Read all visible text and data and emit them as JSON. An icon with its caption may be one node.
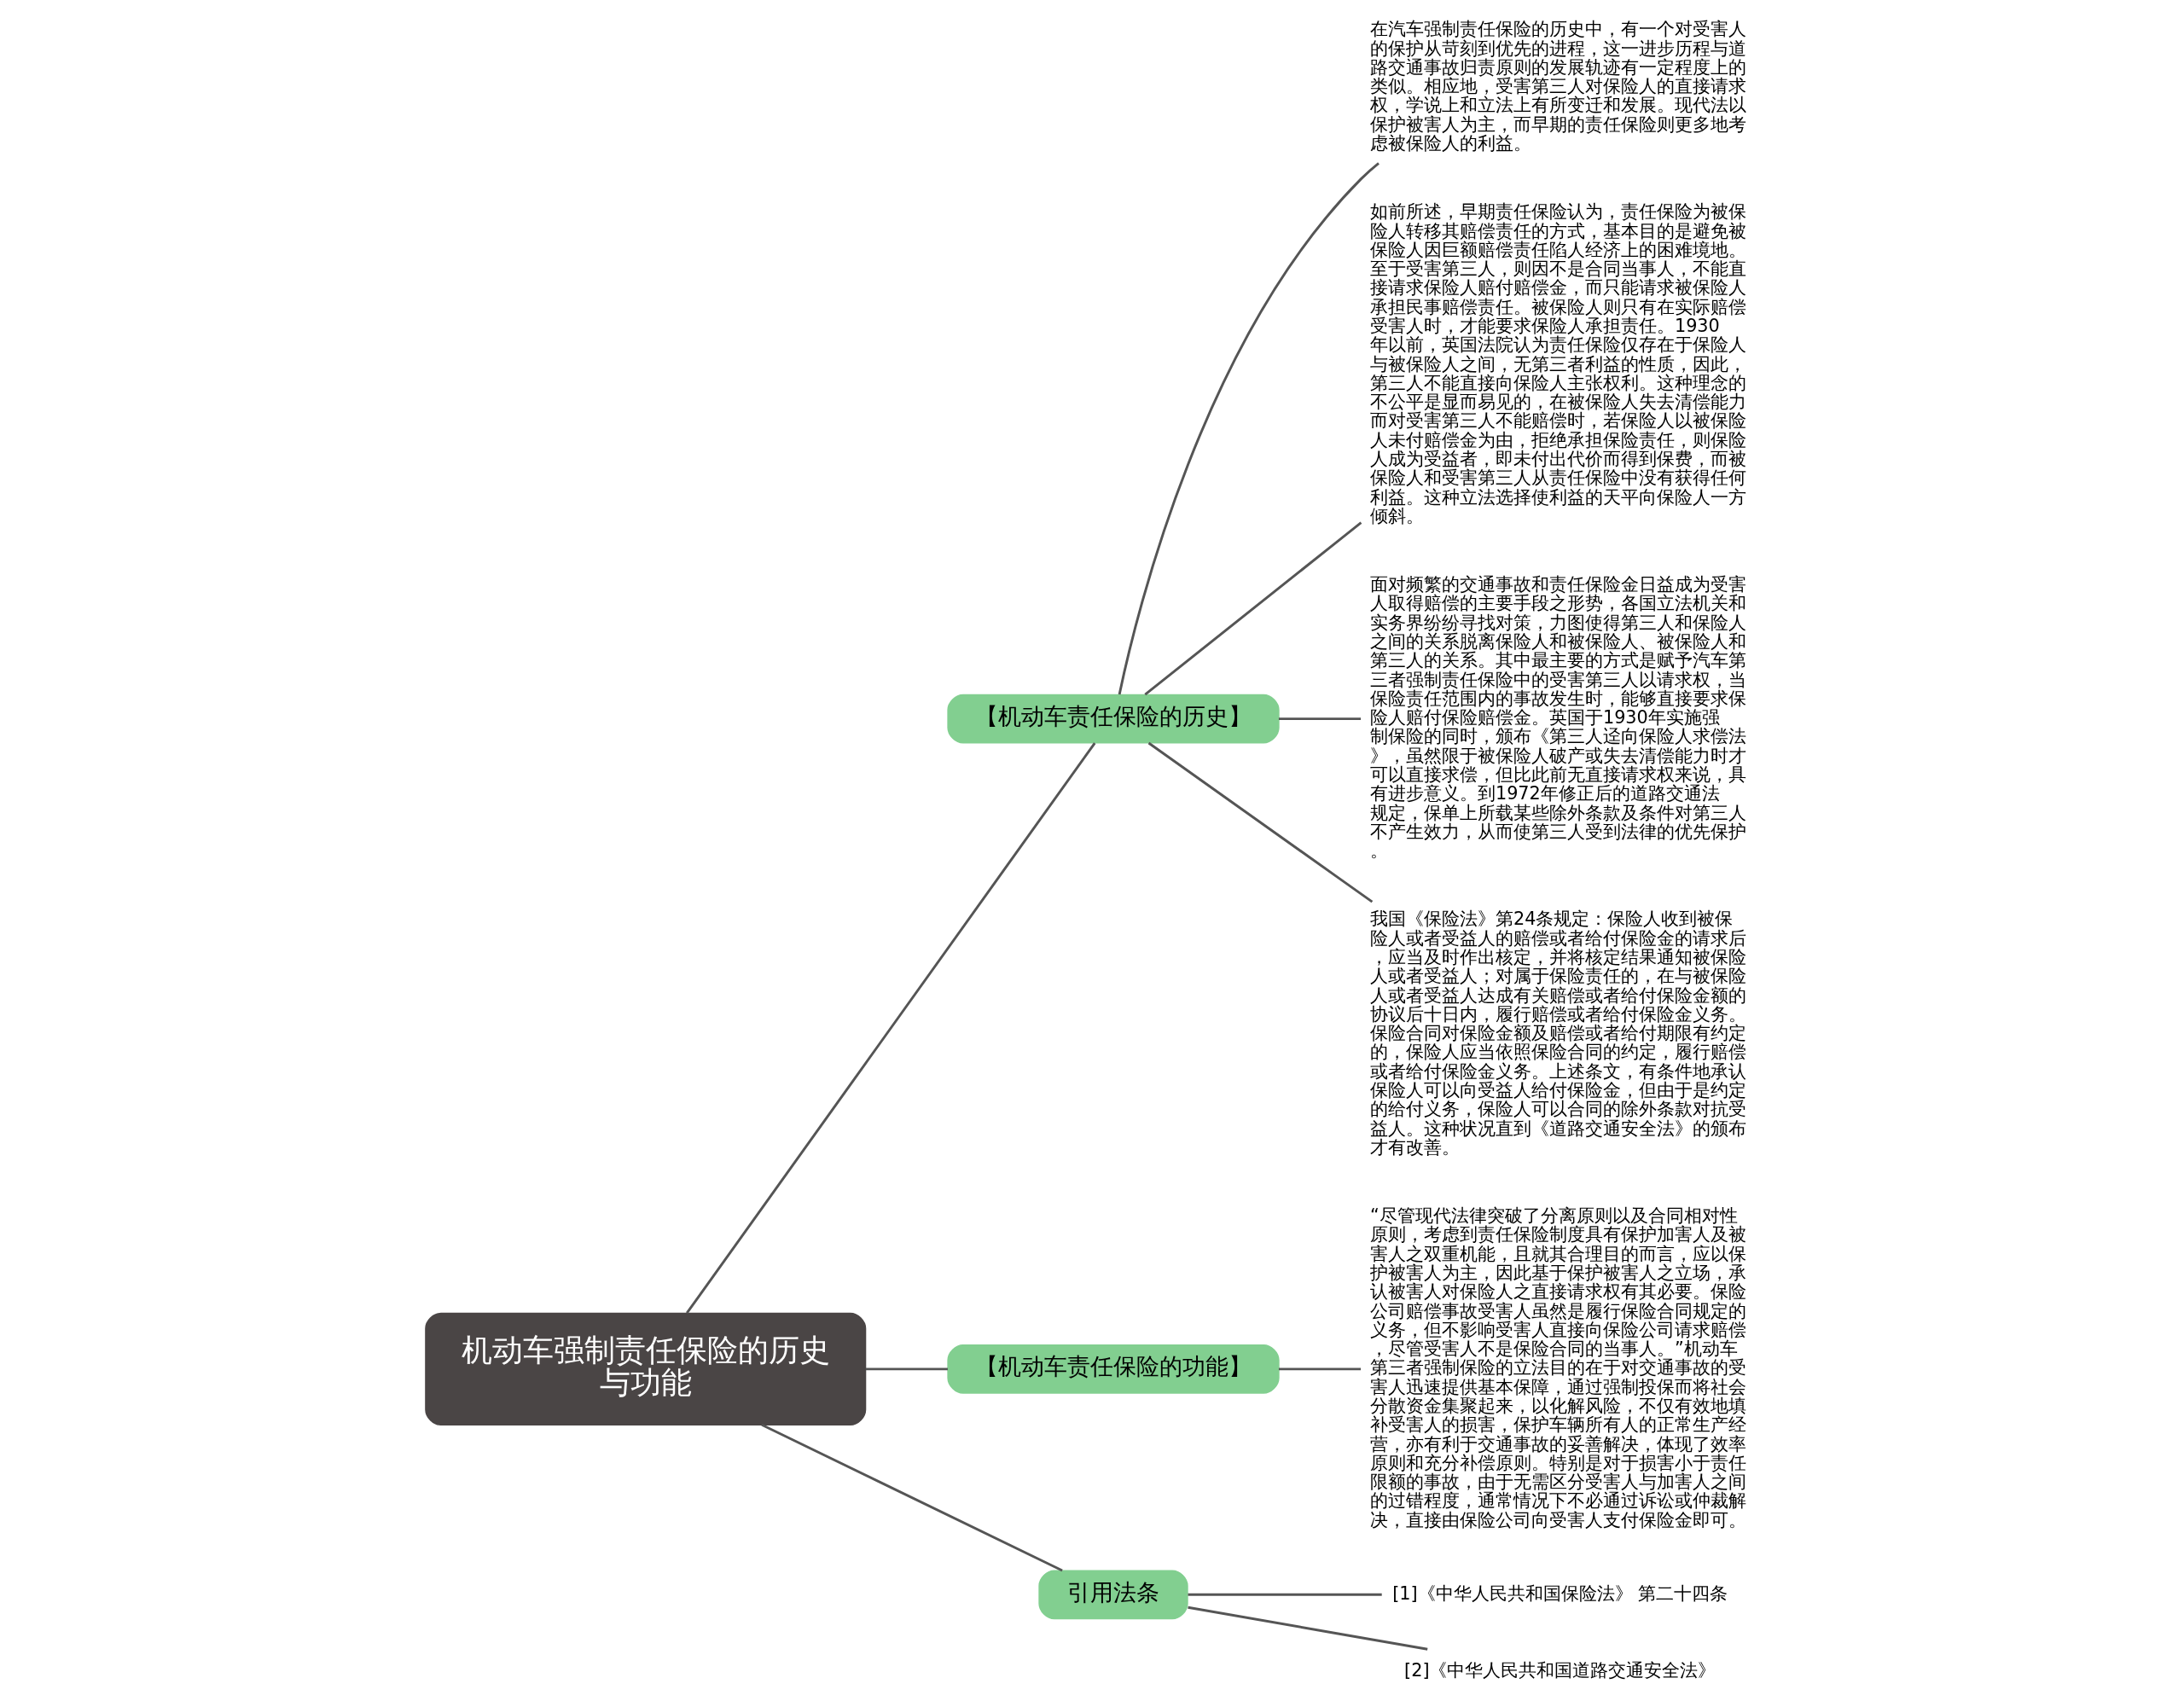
{
  "diagram": {
    "nodes": [
      {
        "text": [
          "机动车强制责任保险的历史与功能"
        ]
      },
      {
        "text": [
          "【机动车责任保险的历史】"
        ]
      },
      {
        "text": [
          "在汽车强制责任保险的历史中，有一个对受害人的保护从苛刻到优先的进程，这一进步历程与道路交通事故归责原则的发展轨迹有一定程度上的类似。相应地，受害第三人对保险人的直接请求权，学说上和立法上有所变迁和发展。现代法以保护被害人为主，而早期的责任保险则更多地考虑被保险人的利益。"
        ]
      },
      {
        "text": [
          "如前所述，早期责任保险认为，责任保险为被保险人转移其赔偿责任的方式，基本目的是避免被保险人因巨额赔偿责任陷人经济上的困难境地。至于受害第三人，则因不是合同当事人，不能直接请求保险人赔付赔偿金，而只能请求被保险人承担民事赔偿责任。被保险人则只有在实际赔偿受害人时，才能要求保险人承担责任。1930年以前，英国法院认为责任保险仅存在于保险人与被保险人之间，无第三者利益的性质，因此，第三人不能直接向保险人主张权利。这种理念的不公平是显而易见的，在被保险人失去清偿能力而对受害第三人不能赔偿时，若保险人以被保险人未付赔偿金为由，拒绝承担保险责任，则保险人成为受益者，即未付出代价而得到保费，而被保险人和受害第三人从责任保险中没有获得任何利益。这种立法选择使利益的天平向保险人一方倾斜。"
        ]
      },
      {
        "text": [
          "面对频繁的交通事故和责任保险金日益成为受害人取得赔偿的主要手段之形势，各国立法机关和实务界纷纷寻找对策，力图使得第三人和保险人之间的关系脱离保险人和被保险人、被保险人和第三人的关系。其中最主要的方式是赋予汽车第三者强制责任保险中的受害第三人以请求权，当保险责任范围内的事故发生时，能够直接要求保险人赔付保险赔偿金。英国于1930年实施强制保险的同时，颁布《第三人迳向保险人求偿法》，虽然限于被保险人破产或失去清偿能力时才可以直接求偿，但比此前无直接请求权来说，具有进步意义。到1972年修正后的道路交通法规定，保单上所载某些除外条款及条件对第三人不产生效力，从而使第三人受到法律的优先保护。"
        ]
      },
      {
        "text": [
          "我国《保险法》第24条规定：保险人收到被保险人或者受益人的赔偿或者给付保险金的请求后，应当及时作出核定，并将核定结果通知被保险人或者受益人；对属于保险责任的，在与被保险人或者受益人达成有关赔偿或者给付保险金额的协议后十日内，履行赔偿或者给付保险金义务。保险合同对保险金额及赔偿或者给付期限有约定的，保险人应当依照保险合同的约定，履行赔偿或者给付保险金义务。上述条文，有条件地承认保险人可以向受益人给付保险金，但由于是约定的给付义务，保险人可以合同的除外条款对抗受益人。这种状况直到《道路交通安全法》的颁布才有改善。"
        ]
      },
      {
        "text": [
          "【机动车责任保险的功能】"
        ]
      },
      {
        "text": [
          "“尽管现代法律突破了分离原则以及合同相对性原则，考虑到责任保险制度具有保护加害人及被害人之双重机能，且就其合理目的而言，应以保护被害人为主，因此基于保护被害人之立场，承认被害人对保险人之直接请求权有其必要。保险公司赔偿事故受害人虽然是履行保险合同规定的义务，但不影响受害人直接向保险公司请求赔偿，尽管受害人不是保险合同的当事人。”机动车第三者强制保险的立法目的在于对交通事故的受害人迅速提供基本保障，通过强制投保而将社会分散资金集聚起来，以化解风险，不仅有效地填补受害人的损害，保护车辆所有人的正常生产经营，亦有利于交通事故的妥善解决，体现了效率原则和充分补偿原则。特别是对于损害小于责任限额的事故，由于无需区分受害人与加害人之间的过错程度，通常情况下不必通过诉讼或仲裁解决，直接由保险公司向受害人支付保险金即可。"
        ]
      },
      {
        "text": [
          "引用法条"
        ]
      },
      {
        "text": [
          "[1]《中华人民共和国保险法》 第二十四条"
        ]
      },
      {
        "text": [
          "[2]《中华人民共和国道路交通安全法》"
        ]
      }
    ],
    "edges": [
      {
        "from": 0,
        "to": 1,
        "arrow": "none"
      },
      {
        "from": 1,
        "to": 2,
        "arrow": "none"
      },
      {
        "from": 1,
        "to": 3,
        "arrow": "none"
      },
      {
        "from": 1,
        "to": 4,
        "arrow": "none"
      },
      {
        "from": 1,
        "to": 5,
        "arrow": "none"
      },
      {
        "from": 0,
        "to": 6,
        "arrow": "none"
      },
      {
        "from": 6,
        "to": 7,
        "arrow": "none"
      },
      {
        "from": 0,
        "to": 8,
        "arrow": "none"
      },
      {
        "from": 8,
        "to": 9,
        "arrow": "none"
      },
      {
        "from": 8,
        "to": 10,
        "arrow": "none"
      }
    ]
  }
}
